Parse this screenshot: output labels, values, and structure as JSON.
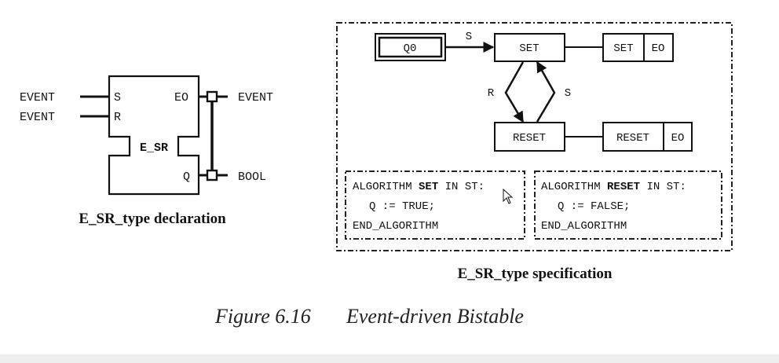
{
  "declaration": {
    "block_name": "E_SR",
    "inputs": [
      {
        "type": "EVENT",
        "name": "S"
      },
      {
        "type": "EVENT",
        "name": "R"
      }
    ],
    "outputs": [
      {
        "name": "EO",
        "type": "EVENT"
      },
      {
        "name": "Q",
        "type": "BOOL"
      }
    ],
    "caption": "E_SR_type declaration"
  },
  "specification": {
    "states": {
      "initial": "Q0",
      "set": "SET",
      "reset": "RESET"
    },
    "transitions": {
      "q0_to_set": "S",
      "set_to_reset": "R",
      "reset_to_set": "S"
    },
    "actions": {
      "set": {
        "algorithm": "SET",
        "event": "EO"
      },
      "reset": {
        "algorithm": "RESET",
        "event": "EO"
      }
    },
    "algorithms": {
      "set": {
        "kw": "ALGORITHM",
        "name": "SET",
        "lang": "IN ST:",
        "body": "Q := TRUE;",
        "end": "END_ALGORITHM"
      },
      "reset": {
        "kw": "ALGORITHM",
        "name": "RESET",
        "lang": "IN ST:",
        "body": "Q := FALSE;",
        "end": "END_ALGORITHM"
      }
    },
    "caption": "E_SR_type specification"
  },
  "figure": {
    "number": "Figure 6.16",
    "title": "Event-driven Bistable"
  }
}
